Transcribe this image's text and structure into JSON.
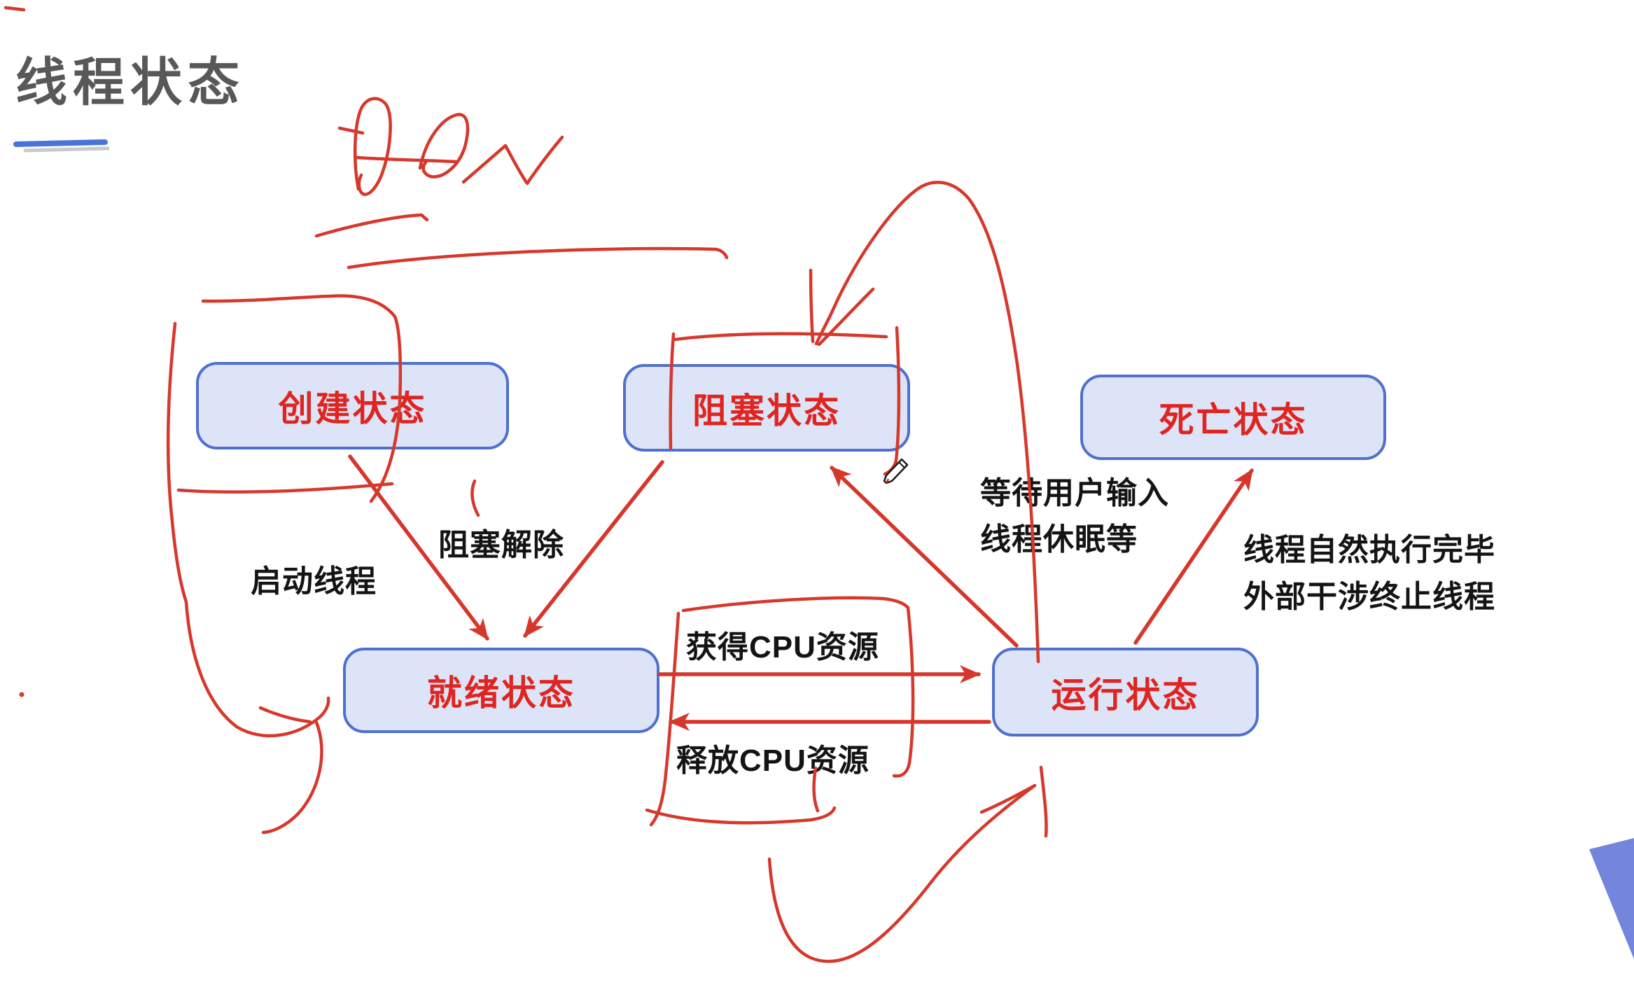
{
  "title": "线程状态",
  "nodes": {
    "created": {
      "label": "创建状态"
    },
    "blocked": {
      "label": "阻塞状态"
    },
    "dead": {
      "label": "死亡状态"
    },
    "ready": {
      "label": "就绪状态"
    },
    "running": {
      "label": "运行状态"
    }
  },
  "edges": {
    "start": {
      "label": "启动线程",
      "from": "创建状态",
      "to": "就绪状态"
    },
    "unblock": {
      "label": "阻塞解除",
      "from": "阻塞状态",
      "to": "就绪状态"
    },
    "acquire": {
      "label": "获得CPU资源",
      "from": "就绪状态",
      "to": "运行状态"
    },
    "release": {
      "label": "释放CPU资源",
      "from": "运行状态",
      "to": "就绪状态"
    },
    "block": {
      "label_line1": "等待用户输入",
      "label_line2": "线程休眠等",
      "from": "运行状态",
      "to": "阻塞状态"
    },
    "terminate": {
      "label_line1": "线程自然执行完毕",
      "label_line2": "外部干涉终止线程",
      "from": "运行状态",
      "to": "死亡状态"
    }
  },
  "colors": {
    "node_fill": "#dde4f8",
    "node_border": "#5070ce",
    "node_text": "#e0241f",
    "label_text": "#141414",
    "arrow": "#d6372c",
    "ink": "#d6382c",
    "title_text": "#58585a",
    "title_underline": "#4a73da",
    "underline_shadow": "#aeb2bb",
    "corner_shape": "#7485dc"
  },
  "icons": {
    "cursor": "pencil-cursor"
  }
}
